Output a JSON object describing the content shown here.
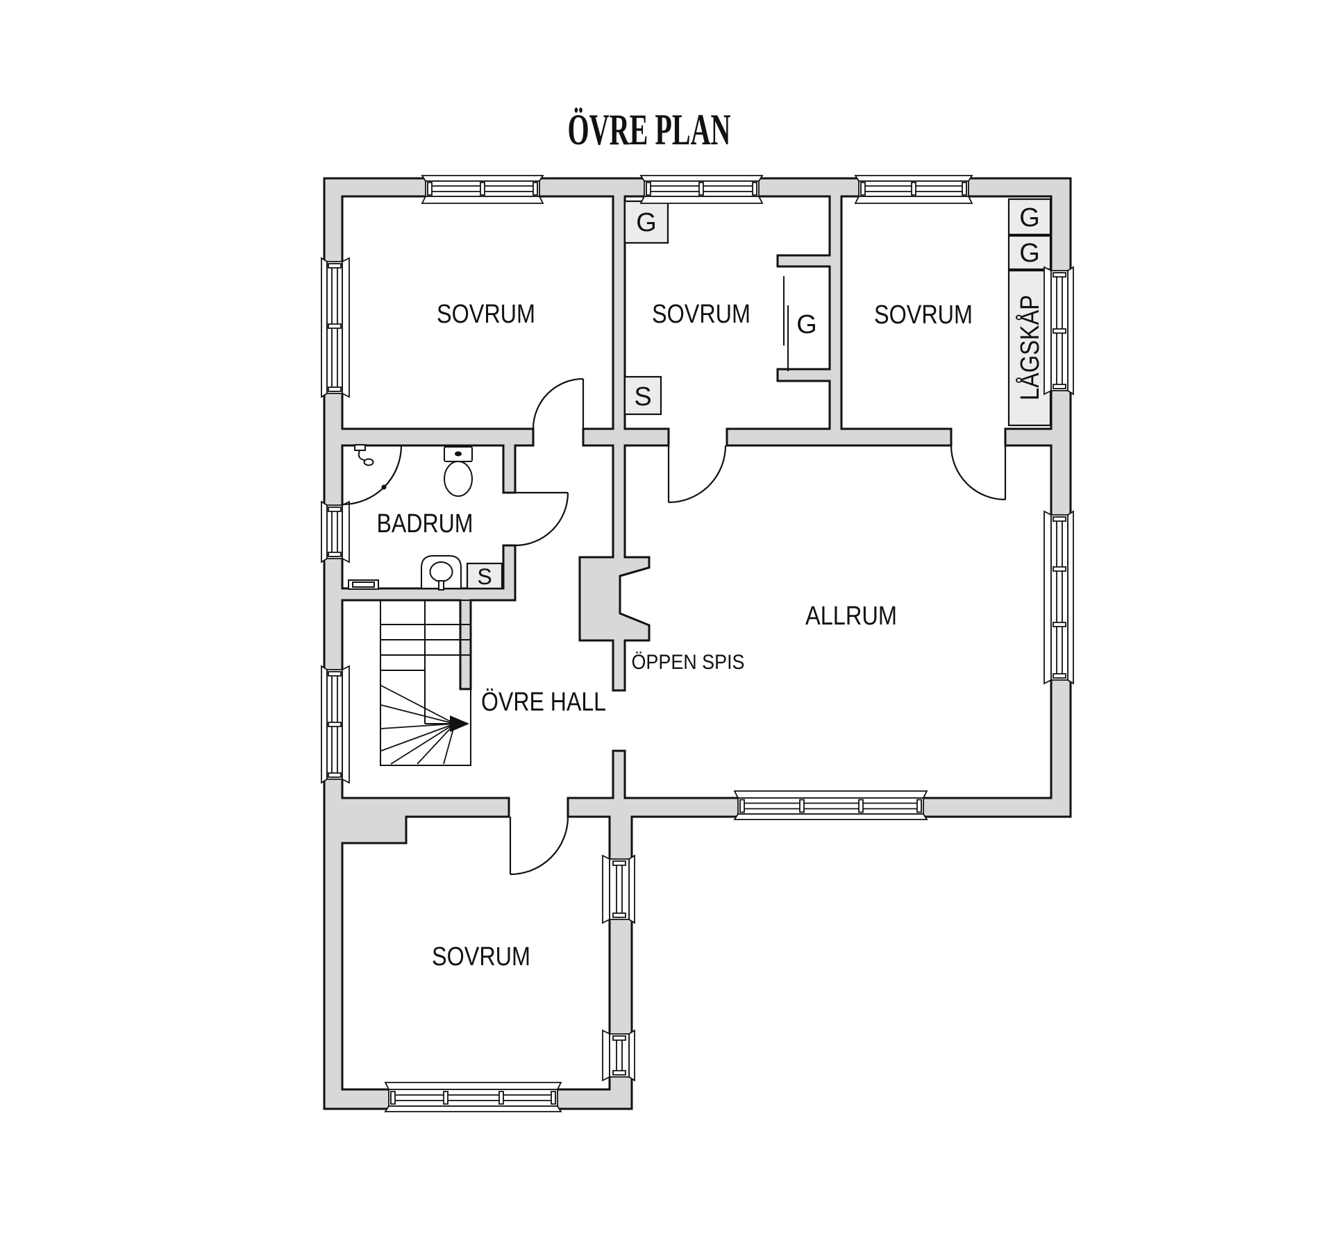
{
  "title": "ÖVRE PLAN",
  "floorplan": {
    "rooms": [
      {
        "id": "bedroom-top-left",
        "label": "SOVRUM"
      },
      {
        "id": "bedroom-top-middle",
        "label": "SOVRUM"
      },
      {
        "id": "bedroom-top-right",
        "label": "SOVRUM"
      },
      {
        "id": "bathroom",
        "label": "BADRUM"
      },
      {
        "id": "living-room",
        "label": "ALLRUM"
      },
      {
        "id": "upper-hall",
        "label": "ÖVRE HALL"
      },
      {
        "id": "bedroom-bottom",
        "label": "SOVRUM"
      }
    ],
    "features": [
      {
        "id": "open-fireplace",
        "label": "ÖPPEN SPIS"
      },
      {
        "id": "low-cabinet",
        "label": "LÅGSKÅP"
      }
    ],
    "closets": [
      {
        "id": "wardrobe-middle-top",
        "label": "G"
      },
      {
        "id": "wardrobe-middle-nook",
        "label": "G"
      },
      {
        "id": "wardrobe-right-top",
        "label": "G"
      },
      {
        "id": "wardrobe-right-second",
        "label": "G"
      },
      {
        "id": "cleaning-closet-middle",
        "label": "S"
      },
      {
        "id": "cleaning-closet-bath",
        "label": "S"
      }
    ]
  },
  "colors": {
    "wall_fill": "#d8d8d8",
    "furniture_fill": "#ececec",
    "line": "#111111",
    "background": "#ffffff"
  }
}
